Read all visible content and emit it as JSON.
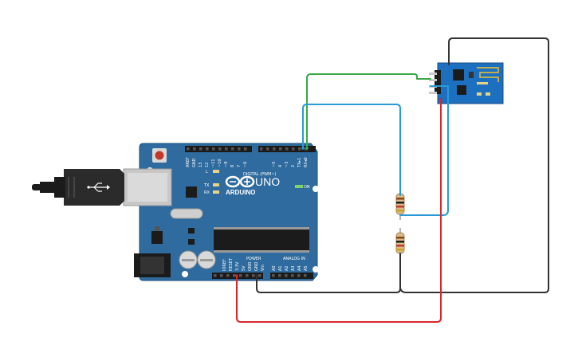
{
  "board": {
    "brand": "ARDUINO",
    "model": "UNO",
    "on_label": "ON",
    "led_l": "L",
    "led_tx": "TX",
    "led_rx": "RX",
    "digital_label": "DIGITAL (PWM~)",
    "power_label": "POWER",
    "analog_label": "ANALOG IN",
    "digital_pins": [
      "AREF",
      "GND",
      "13",
      "12",
      "~11",
      "~10",
      "~9",
      "8",
      "7",
      "~6",
      "~5",
      "4",
      "~3",
      "2",
      "TX▸1",
      "RX◂0"
    ],
    "power_pins": [
      "IOREF",
      "RESET",
      "3.3V",
      "5V",
      "GND",
      "GND",
      "Vin"
    ],
    "analog_pins": [
      "A0",
      "A1",
      "A2",
      "A3",
      "A4",
      "A5"
    ]
  },
  "colors": {
    "board": "#2f6b9e",
    "wire_green": "#3aa848",
    "wire_blue": "#2a9ad6",
    "wire_black": "#333333",
    "wire_red": "#d8262b",
    "module": "#1d6fbf"
  }
}
